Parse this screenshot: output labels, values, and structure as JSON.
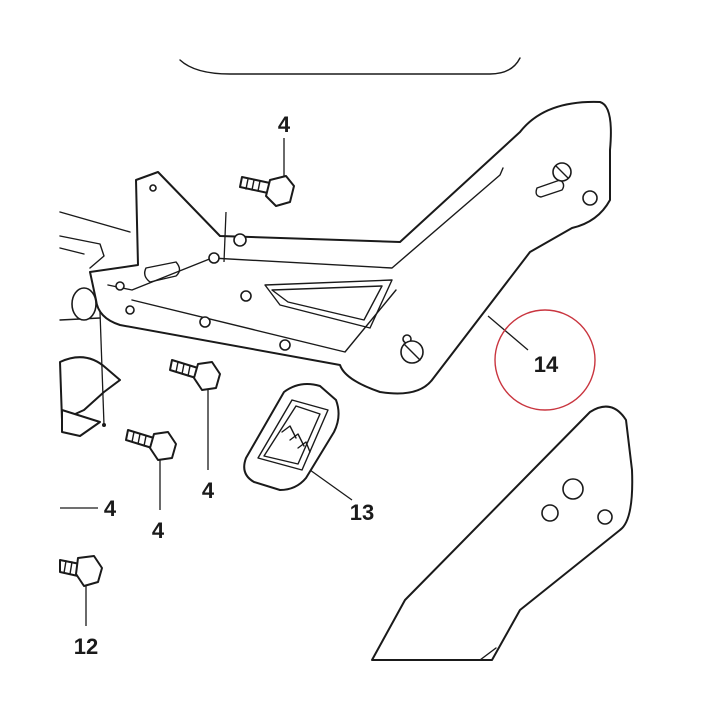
{
  "callouts": {
    "bolt_top": "4",
    "bolt_mid": "4",
    "bolt_lower": "4",
    "bolt_left": "4",
    "cap": "13",
    "bracket": "14",
    "screw": "12"
  },
  "highlight": {
    "part": "14",
    "color": "#c9353f"
  },
  "line_color": "#1a1a1a"
}
